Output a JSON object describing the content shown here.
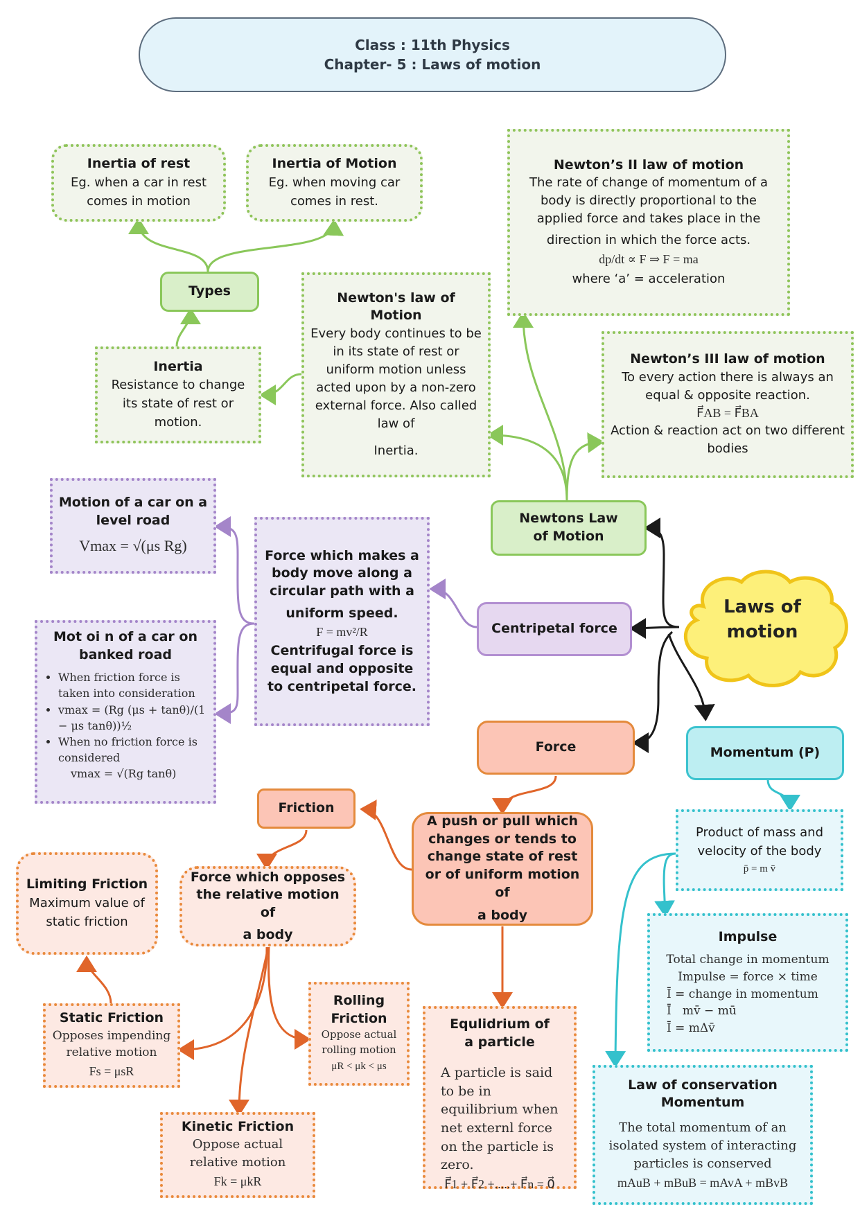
{
  "header": {
    "line1": "Class : 11th Physics",
    "line2": "Chapter- 5 : Laws of motion"
  },
  "central": {
    "label_line1": "Laws of",
    "label_line2": "motion"
  },
  "inertia_rest": {
    "title": "Inertia of rest",
    "body": "Eg. when a car in rest comes in motion"
  },
  "inertia_motion": {
    "title": "Inertia of Motion",
    "body": "Eg. when moving car comes in rest."
  },
  "types": {
    "label": "Types"
  },
  "inertia": {
    "title": "Inertia",
    "body": "Resistance to change its state of rest or motion."
  },
  "newton_first": {
    "title": "Newton's law of Motion",
    "body": "Every body continues to be in its state of rest or uniform motion unless acted upon by a non-zero external force. Also called law of",
    "tail": "Inertia."
  },
  "newton_second": {
    "title": "Newton’s II law of motion",
    "body": "The rate of change of momentum of a body is directly proportional to the applied force and takes place in the",
    "body2": "direction in which the force acts.",
    "formula": "dp/dt ∝ F ⇒ F = ma",
    "note": "where ‘a’ = acceleration"
  },
  "newton_third": {
    "title": "Newton’s III law of motion",
    "body": "To every action there is always an equal & opposite reaction.",
    "formula": "F⃗AB = F⃗BA",
    "note": "Action & reaction act on two different bodies"
  },
  "newtons_law_node": {
    "label": "Newtons Law of Motion"
  },
  "level_road": {
    "title": "Motion of a car on a level road",
    "formula": "Vmax = √(μs Rg)"
  },
  "banked_road": {
    "title": "Mot oi n of a car on banked road",
    "bullet1": "When friction force is taken into consideration",
    "formula1": "vmax = (Rg (μs + tanθ)/(1 − μs tanθ))½",
    "bullet2": "When no friction  force is considered",
    "formula2": "vmax = √(Rg tanθ)"
  },
  "centripetal_def": {
    "title": "Force which makes a body move along a circular path with a",
    "title2": "uniform speed.",
    "formula": "F = mv²/R",
    "note": "Centrifugal force is equal and opposite to centripetal force."
  },
  "centripetal_node": {
    "label": "Centripetal force"
  },
  "force_node": {
    "label": "Force"
  },
  "momentum_node": {
    "label": "Momentum (P)"
  },
  "force_def": {
    "line": "A push or pull which changes or tends to change state of rest or of uniform motion of",
    "tail": "a body"
  },
  "friction_node": {
    "label": "Friction"
  },
  "friction_def": {
    "line": "Force which opposes the relative motion of",
    "tail": "a body"
  },
  "limiting_friction": {
    "title": "Limiting Friction",
    "body": "Maximum value of static friction"
  },
  "static_friction": {
    "title": "Static Friction",
    "body": "Opposes impending relative motion",
    "formula": "Fs = μsR"
  },
  "rolling_friction": {
    "title": "Rolling Friction",
    "body": "Oppose actual rolling motion",
    "formula": "μR < μk < μs"
  },
  "kinetic_friction": {
    "title": "Kinetic Friction",
    "body": "Oppose actual relative motion",
    "formula": "Fk = μkR"
  },
  "equilibrium": {
    "title": "Equlidrium of a particle",
    "body": "A particle is said to be in equilibrium when net externl force on the particle is zero.",
    "formula": "F⃗1 + F⃗2 +.....+ F⃗n = 0⃗"
  },
  "momentum_def": {
    "body": "Product of mass and velocity of the body",
    "formula": "p̄ = m v̄"
  },
  "impulse": {
    "title": "Impulse",
    "line1": "Total change in momentum",
    "line2": "Impulse = force × time",
    "line3": "Ī = change in momentum",
    "line4": "Ī   mv̄ − mū",
    "line5": "Ī = mΔv̄"
  },
  "conservation": {
    "title": "Law of conservation Momentum",
    "body": "The total momentum of an isolated system of interacting particles is conserved",
    "formula": "mAuB + mBuB = mAvA  + mBvB"
  },
  "colors": {
    "green": "#8ac75a",
    "purple": "#a485c9",
    "orange": "#e0652a",
    "cyan": "#34c1cc",
    "cloud_fill": "#fdf07a",
    "cloud_border": "#f0c419",
    "connector_dark": "#1a1a1a"
  }
}
